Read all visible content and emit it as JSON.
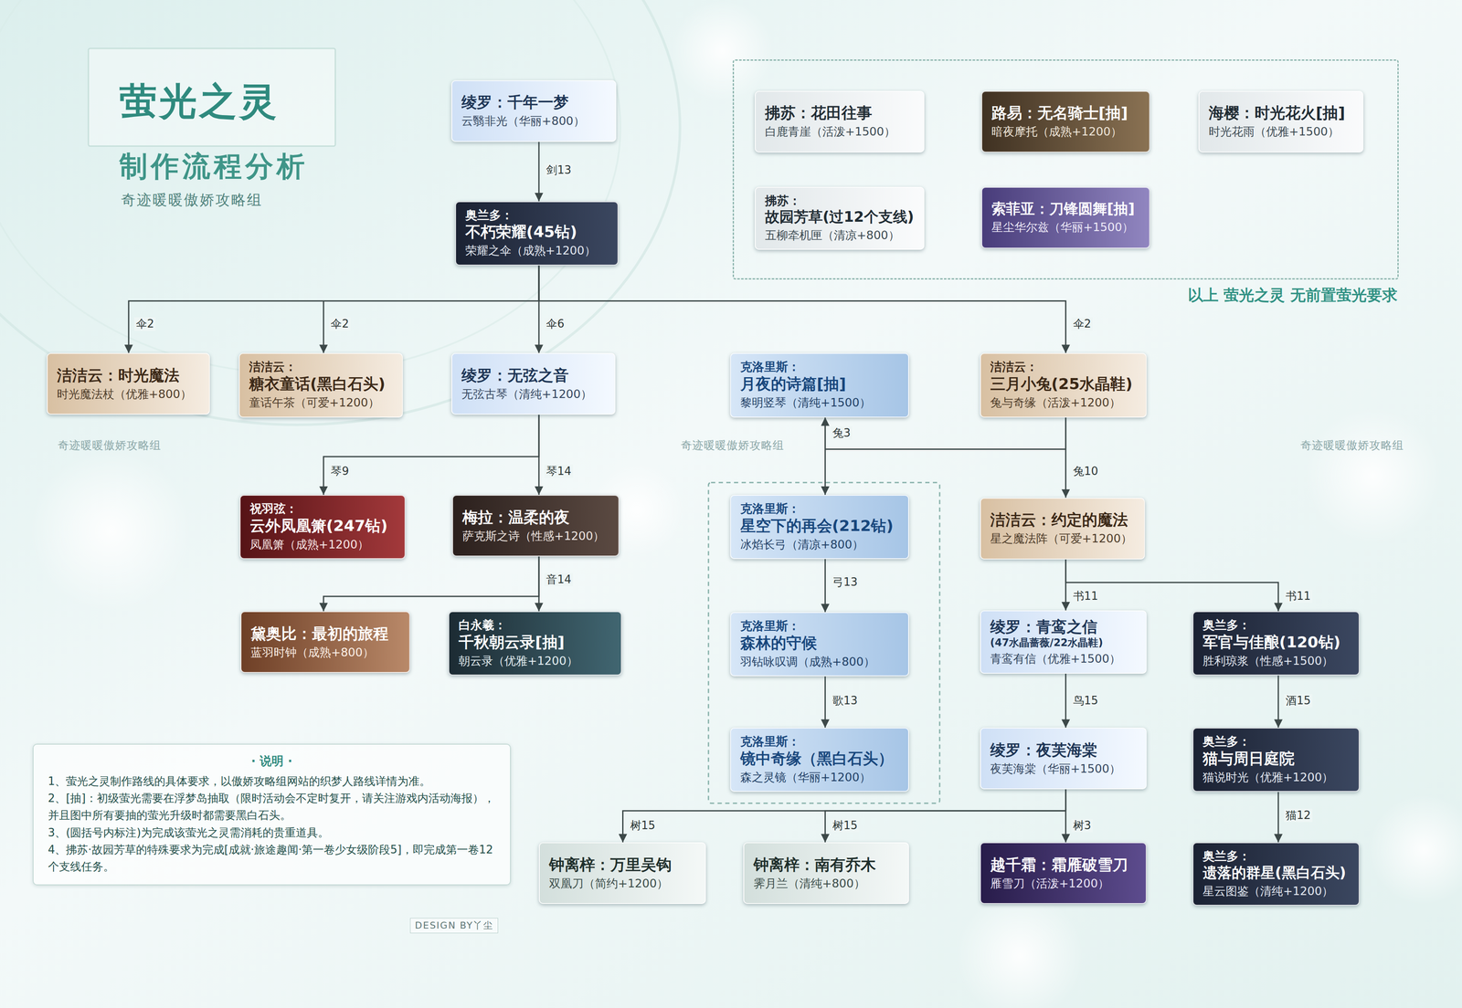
{
  "diagram": {
    "title": "萤光之灵",
    "nodes": [
      {
        "text": [
          "绫罗：千年一梦",
          "云翳非光（华丽+800）"
        ]
      },
      {
        "text": [
          "奥兰多： 不朽荣耀(45钻)",
          "荣耀之伞（成熟+1200）"
        ]
      },
      {
        "text": [
          "以上 萤光之灵 无前置萤光要求"
        ]
      },
      {
        "text": [
          "拂苏：花田往事",
          "白鹿青崖（活泼+1500）"
        ],
        "in": 2
      },
      {
        "text": [
          "路易：无名骑士[抽]",
          "暗夜摩托（成熟+1200）"
        ],
        "in": 2
      },
      {
        "text": [
          "海樱：时光花火[抽]",
          "时光花雨（优雅+1500）"
        ],
        "in": 2
      },
      {
        "text": [
          "拂苏： 故园芳草(过12个支线)",
          "五柳牵机匣（清凉+800）"
        ],
        "in": 2
      },
      {
        "text": [
          "索菲亚：刀锋圆舞[抽]",
          "星尘华尔兹（华丽+1500）"
        ],
        "in": 2
      },
      {
        "text": [
          "洁洁云：时光魔法",
          "时光魔法杖（优雅+800）"
        ]
      },
      {
        "text": [
          "洁洁云： 糖衣童话(黑白石头)",
          "童话午茶（可爱+1200）"
        ]
      },
      {
        "text": [
          "绫罗：无弦之音",
          "无弦古琴（清纯+1200）"
        ]
      },
      {
        "text": [
          "克洛里斯： 月夜的诗篇[抽]",
          "黎明竖琴（清纯+1500）"
        ]
      },
      {
        "text": [
          "洁洁云： 三月小兔(25水晶鞋)",
          "兔与奇缘（活泼+1200）"
        ]
      },
      {
        "text": [
          "祝羽弦： 云外凤凰箫(247钻)",
          "凤凰箫（成熟+1200）"
        ]
      },
      {
        "text": [
          "梅拉：温柔的夜",
          "萨克斯之诗（性感+1200）"
        ]
      },
      {
        "text": [
          "克洛里斯： 星空下的再会(212钻)",
          "冰焰长弓（清凉+800）"
        ]
      },
      {
        "text": [
          "洁洁云：约定的魔法",
          "星之魔法阵（可爱+1200）"
        ]
      },
      {
        "text": [
          "黛奥比：最初的旅程",
          "蓝羽时钟（成熟+800）"
        ]
      },
      {
        "text": [
          "白永羲： 千秋朝云录[抽]",
          "朝云录（优雅+1200）"
        ]
      },
      {
        "text": [
          "克洛里斯： 森林的守候",
          "羽钻咏叹调（成熟+800）"
        ]
      },
      {
        "text": [
          "绫罗：青鸾之信",
          "(47水晶蔷薇/22水晶鞋)",
          "青鸾有信（优雅+1500）"
        ]
      },
      {
        "text": [
          "奥兰多： 军官与佳酿(120钻)",
          "胜利琼浆（性感+1500）"
        ]
      },
      {
        "text": [
          "克洛里斯： 镜中奇缘（黑白石头）",
          "森之灵镜（华丽+1200）"
        ]
      },
      {
        "text": [
          "绫罗：夜芙海棠",
          "夜芙海棠（华丽+1500）"
        ]
      },
      {
        "text": [
          "奥兰多： 猫与周日庭院",
          "猫说时光（优雅+1200）"
        ]
      },
      {
        "text": [
          "钟离梓：万里吴钩",
          "双凰刀（简约+1200）"
        ]
      },
      {
        "text": [
          "钟离梓：南有乔木",
          "霁月兰（清纯+800）"
        ]
      },
      {
        "text": [
          "越千霜：霜雁破雪刀",
          "雁雪刀（活泼+1200）"
        ]
      },
      {
        "text": [
          "奥兰多： 遗落的群星(黑白石头)",
          "星云图鉴（清纯+1200）"
        ]
      },
      {
        "text": [
          "· 说明 ·",
          "1、萤光之灵制作路线的具体要求，以傲娇攻略组网站的织梦人路线详情为准。",
          "2、[抽]：初级萤光需要在浮梦岛抽取（限时活动会不定时复开，请关注游戏内活动海报），并且图中所有要抽的萤光升级时都需要黑白石头。",
          "3、(圆括号内标注)为完成该萤光之灵需消耗的贵重道具。",
          "4、拂苏·故园芳草的特殊要求为完成[成就·旅途趣闻·第一卷少女级阶段5]，即完成第一卷12个支线任务。"
        ]
      }
    ],
    "edges": [
      {
        "from": 0,
        "to": 1,
        "arrow": "to",
        "label": "剑13"
      },
      {
        "from": 1,
        "to": 8,
        "arrow": "to",
        "label": "伞2"
      },
      {
        "from": 1,
        "to": 9,
        "arrow": "to",
        "label": "伞2"
      },
      {
        "from": 1,
        "to": 10,
        "arrow": "to",
        "label": "伞6"
      },
      {
        "from": 1,
        "to": 12,
        "arrow": "to",
        "label": "伞2"
      },
      {
        "from": 10,
        "to": 13,
        "arrow": "to",
        "label": "琴9"
      },
      {
        "from": 10,
        "to": 14,
        "arrow": "to",
        "label": "琴14"
      },
      {
        "from": 14,
        "to": 17,
        "arrow": "to",
        "label": "音14"
      },
      {
        "from": 14,
        "to": 18,
        "arrow": "to"
      },
      {
        "from": 12,
        "to": 11,
        "arrow": "to",
        "label": "兔3"
      },
      {
        "from": 11,
        "to": 15,
        "arrow": "to"
      },
      {
        "from": 12,
        "to": 16,
        "arrow": "to",
        "label": "兔10"
      },
      {
        "from": 15,
        "to": 19,
        "arrow": "to",
        "label": "弓13"
      },
      {
        "from": 19,
        "to": 22,
        "arrow": "to",
        "label": "歌13"
      },
      {
        "from": 16,
        "to": 20,
        "arrow": "to",
        "label": "书11"
      },
      {
        "from": 16,
        "to": 21,
        "arrow": "to",
        "label": "书11"
      },
      {
        "from": 20,
        "to": 23,
        "arrow": "to",
        "label": "鸟15"
      },
      {
        "from": 21,
        "to": 24,
        "arrow": "to",
        "label": "酒15"
      },
      {
        "from": 24,
        "to": 28,
        "arrow": "to",
        "label": "猫12"
      },
      {
        "from": 23,
        "to": 25,
        "arrow": "to",
        "label": "树15"
      },
      {
        "from": 23,
        "to": 26,
        "arrow": "to",
        "label": "树15"
      },
      {
        "from": 23,
        "to": 27,
        "arrow": "to",
        "label": "树3"
      }
    ],
    "labels": [
      "制作流程分析",
      "奇迹暖暖傲娇攻略组",
      "奇迹暖暖傲娇攻略组",
      "奇迹暖暖傲娇攻略组",
      "奇迹暖暖傲娇攻略组",
      "DESIGN BY丫尘"
    ]
  }
}
